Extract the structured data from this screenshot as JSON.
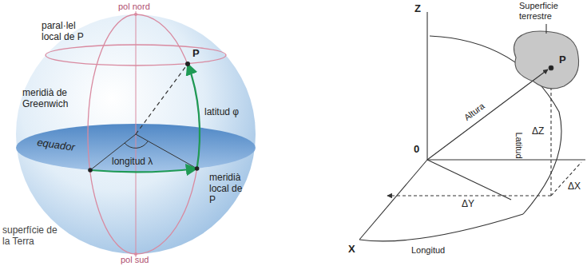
{
  "diagram": {
    "labels": [
      "pol nord",
      "paral·lel local de P",
      "P",
      "meridià de Greenwich",
      "latitud φ",
      "equador",
      "longitud λ",
      "meridià local de P",
      "superfície de la Terra",
      "pol sud",
      "Z",
      "Superficie terrestre",
      "P",
      "Altura",
      "0",
      "Latitud",
      "ΔZ",
      "ΔY",
      "ΔX",
      "Longitud",
      "X"
    ]
  }
}
